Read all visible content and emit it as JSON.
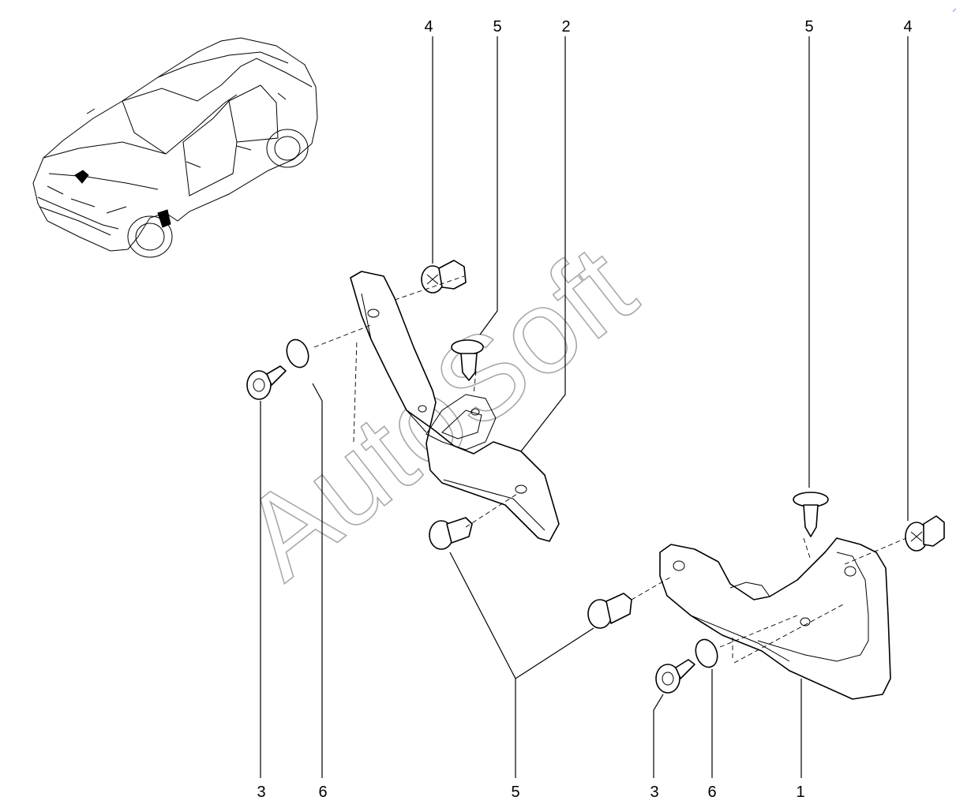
{
  "callouts": [
    {
      "id": "c4-top-left",
      "label": "4"
    },
    {
      "id": "c5-top-mid",
      "label": "5"
    },
    {
      "id": "c2-top",
      "label": "2"
    },
    {
      "id": "c5-top-right",
      "label": "5"
    },
    {
      "id": "c4-top-right",
      "label": "4"
    },
    {
      "id": "c3-bottom-left",
      "label": "3"
    },
    {
      "id": "c6-bottom-left",
      "label": "6"
    },
    {
      "id": "c5-bottom",
      "label": "5"
    },
    {
      "id": "c3-bottom-right",
      "label": "3"
    },
    {
      "id": "c6-bottom-right",
      "label": "6"
    },
    {
      "id": "c1-bottom",
      "label": "1"
    }
  ],
  "watermark": "AutoSoft",
  "corner_mark": "°° ⌁"
}
